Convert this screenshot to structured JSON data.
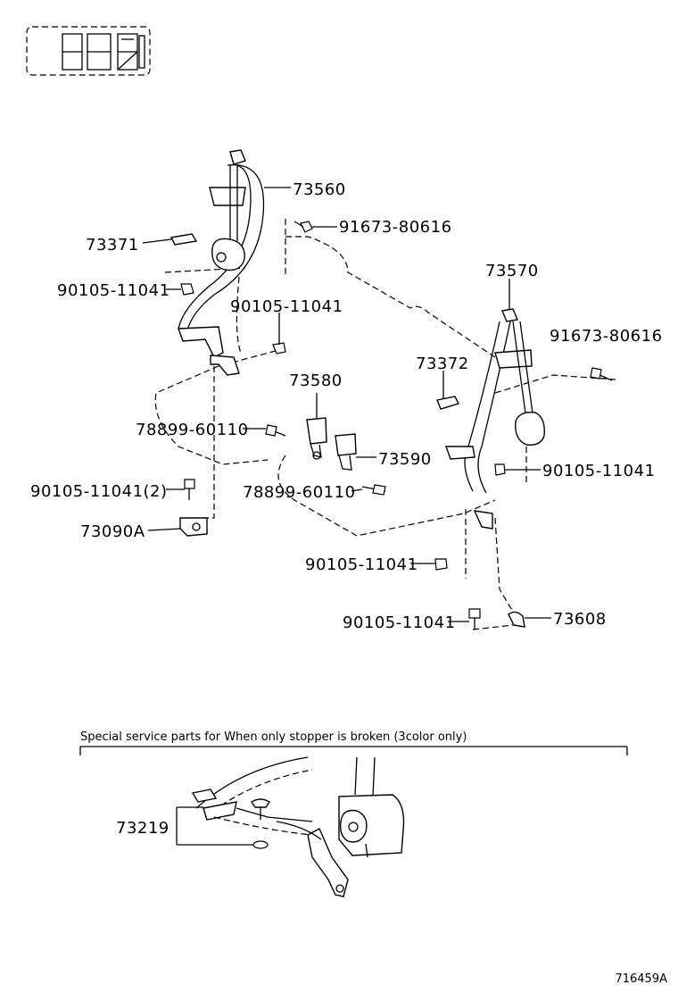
{
  "labels": {
    "p73560": "73560",
    "p91673_a": "91673-80616",
    "p73371": "73371",
    "p90105_a": "90105-11041",
    "p90105_b": "90105-11041",
    "p73580": "73580",
    "p78899_a": "78899-60110",
    "p73590": "73590",
    "p90105_c": "90105-11041(2)",
    "p78899_b": "78899-60110",
    "p73090a": "73090A",
    "p73570": "73570",
    "p91673_b": "91673-80616",
    "p73372": "73372",
    "p90105_d": "90105-11041",
    "p90105_e": "90105-11041",
    "p90105_f": "90105-11041",
    "p73608": "73608",
    "p73219": "73219"
  },
  "special_note": "Special service parts for When only stopper is broken (3color only)",
  "figure_id": "716459A",
  "icons": {
    "vehicle_seat_layout": "vehicle-seat-layout-icon"
  }
}
